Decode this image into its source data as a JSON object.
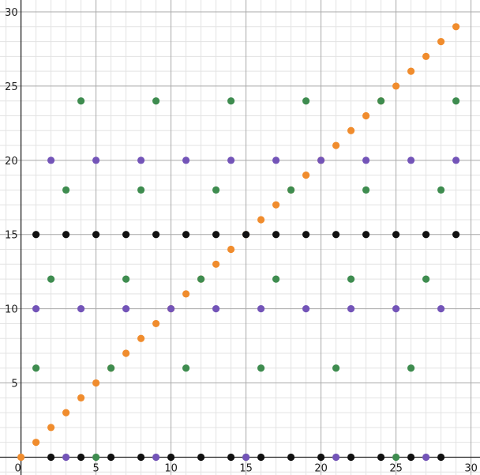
{
  "chart_data": {
    "type": "scatter",
    "title": "",
    "xlabel": "",
    "ylabel": "",
    "xlim": [
      -1.4,
      30.6
    ],
    "ylim": [
      -1.2,
      30.8
    ],
    "grid": true,
    "minor_grid": true,
    "x_ticks": [
      0,
      5,
      10,
      15,
      20,
      25,
      30
    ],
    "y_ticks": [
      5,
      10,
      15,
      20,
      25,
      30
    ],
    "x_tick_labels": [
      "0",
      "5",
      "10",
      "15",
      "20",
      "25",
      "30"
    ],
    "y_tick_labels": [
      "5",
      "10",
      "15",
      "20",
      "25",
      "30"
    ],
    "series": [
      {
        "color": "#f08c2d",
        "points": [
          [
            0,
            0
          ],
          [
            1,
            1
          ],
          [
            2,
            2
          ],
          [
            3,
            3
          ],
          [
            4,
            4
          ],
          [
            5,
            5
          ],
          [
            6,
            6
          ],
          [
            7,
            7
          ],
          [
            8,
            8
          ],
          [
            9,
            9
          ],
          [
            10,
            10
          ],
          [
            11,
            11
          ],
          [
            12,
            12
          ],
          [
            13,
            13
          ],
          [
            14,
            14
          ],
          [
            15,
            15
          ],
          [
            16,
            16
          ],
          [
            17,
            17
          ],
          [
            18,
            18
          ],
          [
            19,
            19
          ],
          [
            20,
            20
          ],
          [
            21,
            21
          ],
          [
            22,
            22
          ],
          [
            23,
            23
          ],
          [
            24,
            24
          ],
          [
            25,
            25
          ],
          [
            26,
            26
          ],
          [
            27,
            27
          ],
          [
            28,
            28
          ],
          [
            29,
            29
          ]
        ]
      },
      {
        "color": "#3e8c4f",
        "points": [
          [
            1,
            6
          ],
          [
            2,
            12
          ],
          [
            3,
            18
          ],
          [
            4,
            24
          ],
          [
            5,
            0
          ],
          [
            6,
            6
          ],
          [
            7,
            12
          ],
          [
            8,
            18
          ],
          [
            9,
            24
          ],
          [
            11,
            6
          ],
          [
            12,
            12
          ],
          [
            13,
            18
          ],
          [
            14,
            24
          ],
          [
            15,
            0
          ],
          [
            16,
            6
          ],
          [
            17,
            12
          ],
          [
            18,
            18
          ],
          [
            19,
            24
          ],
          [
            21,
            6
          ],
          [
            22,
            12
          ],
          [
            23,
            18
          ],
          [
            24,
            24
          ],
          [
            25,
            0
          ],
          [
            26,
            6
          ],
          [
            27,
            12
          ],
          [
            28,
            18
          ],
          [
            29,
            24
          ]
        ]
      },
      {
        "color": "#7354b8",
        "points": [
          [
            1,
            10
          ],
          [
            2,
            20
          ],
          [
            3,
            0
          ],
          [
            4,
            10
          ],
          [
            5,
            20
          ],
          [
            7,
            10
          ],
          [
            8,
            20
          ],
          [
            9,
            0
          ],
          [
            10,
            10
          ],
          [
            11,
            20
          ],
          [
            13,
            10
          ],
          [
            14,
            20
          ],
          [
            15,
            0
          ],
          [
            16,
            10
          ],
          [
            17,
            20
          ],
          [
            19,
            10
          ],
          [
            20,
            20
          ],
          [
            21,
            0
          ],
          [
            22,
            10
          ],
          [
            23,
            20
          ],
          [
            25,
            10
          ],
          [
            26,
            20
          ],
          [
            27,
            0
          ],
          [
            28,
            10
          ],
          [
            29,
            20
          ]
        ]
      },
      {
        "color": "#111111",
        "points": [
          [
            1,
            15
          ],
          [
            2,
            0
          ],
          [
            3,
            15
          ],
          [
            4,
            0
          ],
          [
            5,
            15
          ],
          [
            6,
            0
          ],
          [
            7,
            15
          ],
          [
            8,
            0
          ],
          [
            9,
            15
          ],
          [
            10,
            0
          ],
          [
            11,
            15
          ],
          [
            12,
            0
          ],
          [
            13,
            15
          ],
          [
            14,
            0
          ],
          [
            15,
            15
          ],
          [
            16,
            0
          ],
          [
            17,
            15
          ],
          [
            18,
            0
          ],
          [
            19,
            15
          ],
          [
            20,
            0
          ],
          [
            21,
            15
          ],
          [
            22,
            0
          ],
          [
            23,
            15
          ],
          [
            24,
            0
          ],
          [
            25,
            15
          ],
          [
            26,
            0
          ],
          [
            27,
            15
          ],
          [
            28,
            0
          ],
          [
            29,
            15
          ]
        ]
      }
    ]
  }
}
